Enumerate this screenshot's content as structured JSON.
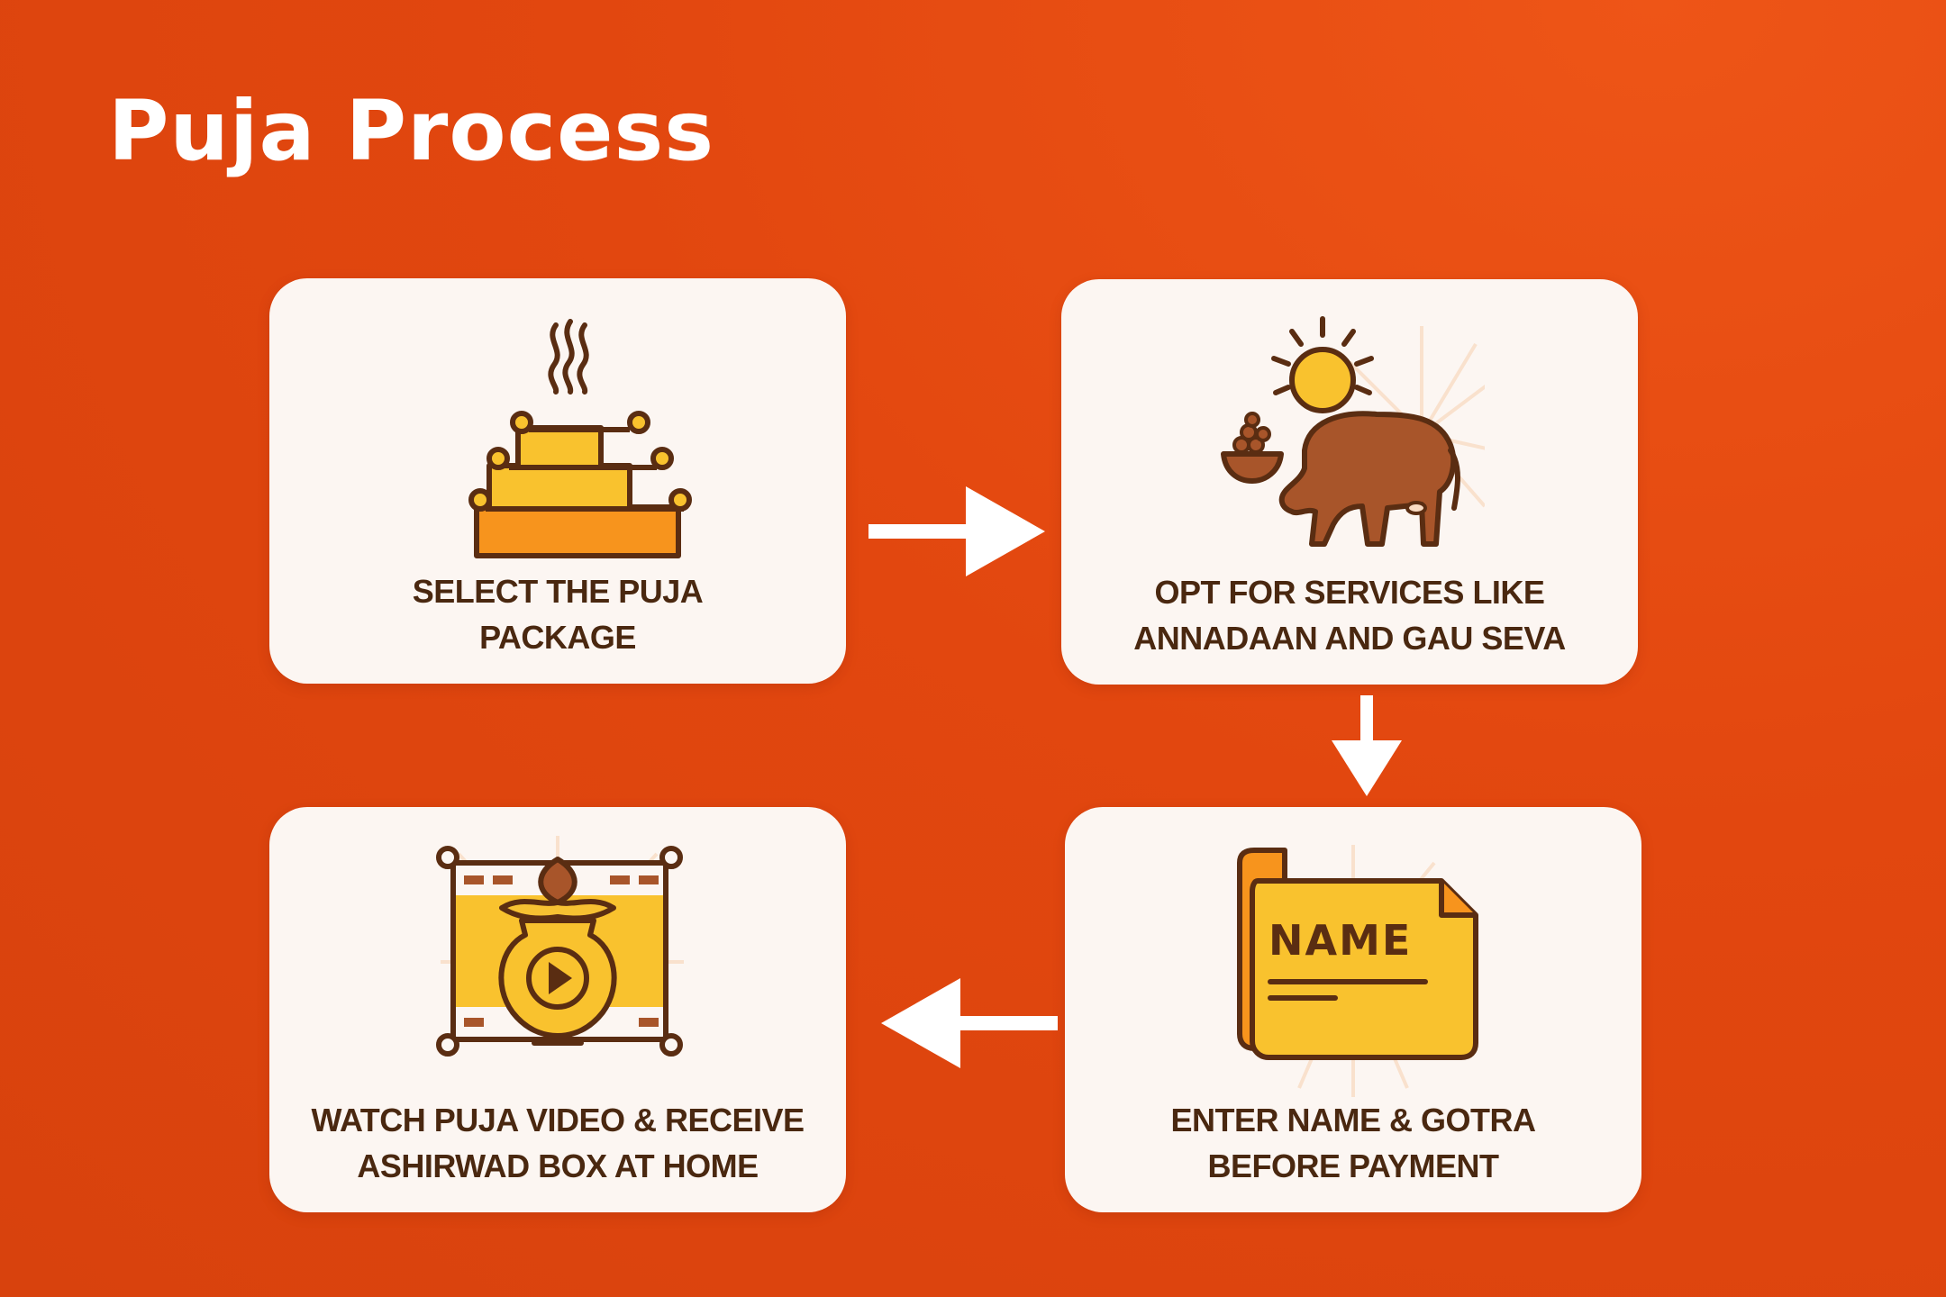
{
  "title": "Puja Process",
  "steps": [
    {
      "line1": "SELECT THE PUJA",
      "line2": "PACKAGE",
      "icon": "altar-icon"
    },
    {
      "line1": "OPT FOR SERVICES LIKE",
      "line2": "ANNADAAN AND GAU SEVA",
      "icon": "cow-feeding-icon"
    },
    {
      "line1": "ENTER NAME & GOTRA",
      "line2": "BEFORE PAYMENT",
      "icon": "name-scroll-icon",
      "icon_text": "NAME"
    },
    {
      "line1": "WATCH PUJA VIDEO & RECEIVE",
      "line2": "ASHIRWAD BOX AT HOME",
      "icon": "kalash-video-icon"
    }
  ],
  "colors": {
    "background": "#e2470f",
    "card": "#fcf6f2",
    "text": "#4a2810",
    "icon_yellow": "#f9c22e",
    "icon_orange": "#f7941d",
    "icon_brown": "#5a2d12"
  }
}
